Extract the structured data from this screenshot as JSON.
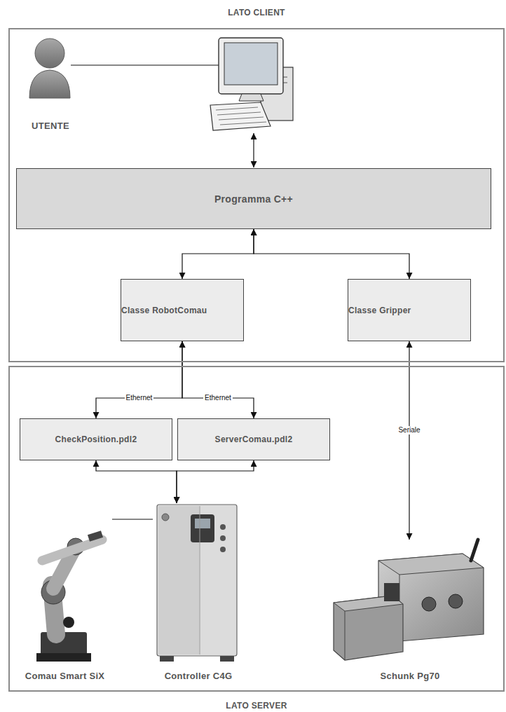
{
  "diagram": {
    "nodes": [
      {
        "text": [
          "LATO CLIENT"
        ]
      },
      {
        "text": [
          "UTENTE"
        ],
        "in": 0
      },
      {
        "text": [
          "Programma C++"
        ],
        "in": 0
      },
      {
        "text": [
          "Classe RobotComau"
        ],
        "in": 0
      },
      {
        "text": [
          "Classe Gripper"
        ],
        "in": 0
      },
      {
        "text": [
          "LATO SERVER"
        ]
      },
      {
        "text": [
          "CheckPosition.pdl2"
        ],
        "in": 5
      },
      {
        "text": [
          "ServerComau.pdl2"
        ],
        "in": 5
      },
      {
        "text": [
          "Comau Smart SiX"
        ],
        "in": 5
      },
      {
        "text": [
          "Controller C4G"
        ],
        "in": 5
      },
      {
        "text": [
          "Schunk Pg70"
        ],
        "in": 5
      }
    ],
    "edges": [
      {
        "from": 2,
        "to": 3,
        "arrow": "both"
      },
      {
        "from": 2,
        "to": 4,
        "arrow": "both"
      },
      {
        "from": 3,
        "to": 6,
        "label": "Ethernet",
        "arrow": "both"
      },
      {
        "from": 3,
        "to": 7,
        "label": "Ethernet",
        "arrow": "both"
      },
      {
        "from": 4,
        "to": 10,
        "label": "Seriale",
        "arrow": "both"
      },
      {
        "from": 6,
        "to": 9,
        "arrow": "both"
      },
      {
        "from": 7,
        "to": 9,
        "arrow": "both"
      },
      {
        "from": 8,
        "to": 9,
        "arrow": "none"
      }
    ]
  }
}
